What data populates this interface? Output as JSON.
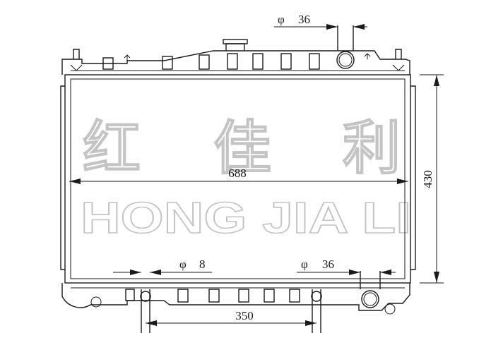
{
  "watermark": {
    "chinese": [
      "红",
      "佳",
      "利"
    ],
    "english": "HONG JIA LI"
  },
  "dimensions": {
    "width": "688",
    "height": "430",
    "top_pipe_dia": "36",
    "bottom_right_pipe_dia": "36",
    "bottom_left_pipe_dia": "8",
    "bottom_spacing": "350",
    "phi_symbol": "φ"
  }
}
